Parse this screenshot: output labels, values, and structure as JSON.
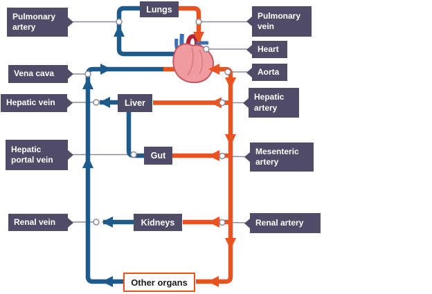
{
  "title": "Circulatory system blood vessels diagram",
  "colors": {
    "background": "#ffffff",
    "vein_blue": "#1e5b8b",
    "artery_orange": "#e8531f",
    "label_purple": "#504c68",
    "label_text": "#ffffff",
    "connector_gray": "#8b8b97",
    "heart_pink": "#ef9ba0",
    "heart_outline": "#c2565e",
    "heart_detail": "#d97c84",
    "heart_vessel_blue": "#3e6eb3",
    "heart_vessel_red": "#b22234",
    "other_organs_text": "#1a1a1a"
  },
  "vessels": {
    "left": [
      {
        "label": "Pulmonary artery"
      },
      {
        "label": "Vena cava"
      },
      {
        "label": "Hepatic vein"
      },
      {
        "label": "Hepatic portal vein"
      },
      {
        "label": "Renal vein"
      }
    ],
    "right": [
      {
        "label": "Pulmonary vein"
      },
      {
        "label": "Heart"
      },
      {
        "label": "Aorta"
      },
      {
        "label": "Hepatic artery"
      },
      {
        "label": "Mesenteric artery"
      },
      {
        "label": "Renal artery"
      }
    ]
  },
  "organs": {
    "lungs": "Lungs",
    "liver": "Liver",
    "gut": "Gut",
    "kidneys": "Kidneys",
    "other_organs": "Other organs"
  }
}
